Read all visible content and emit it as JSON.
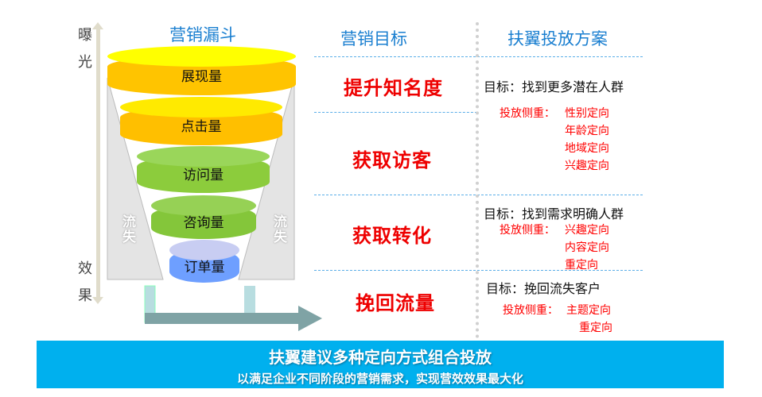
{
  "axis": {
    "top": [
      "曝",
      "光"
    ],
    "bottom": [
      "效",
      "果"
    ]
  },
  "funnel": {
    "title": "营销漏斗",
    "stages": [
      "展现量",
      "点击量",
      "访问量",
      "咨询量",
      "订单量"
    ],
    "loss_label": "流失"
  },
  "goals": {
    "header": "营销目标",
    "items": [
      "提升知名度",
      "获取访客",
      "获取转化",
      "挽回流量"
    ]
  },
  "plans": {
    "header": "扶翼投放方案",
    "items": [
      {
        "target": "目标：找到更多潜在人群",
        "focus_label": "投放侧重：",
        "focus": [
          "性别定向",
          "年龄定向",
          "地域定向",
          "兴趣定向"
        ]
      },
      {
        "target": "目标：找到需求明确人群",
        "focus_label": "投放侧重：",
        "focus": [
          "兴趣定向",
          "内容定向",
          "重定向"
        ]
      },
      {
        "target": "目标：挽回流失客户",
        "focus_label": "投放侧重：",
        "focus": [
          "主题定向",
          "重定向"
        ]
      }
    ]
  },
  "banner": {
    "title": "扶翼建议多种定向方式组合投放",
    "subtitle": "以满足企业不同阶段的营销需求，实现营效效果最大化",
    "color": "#00b0ee"
  }
}
